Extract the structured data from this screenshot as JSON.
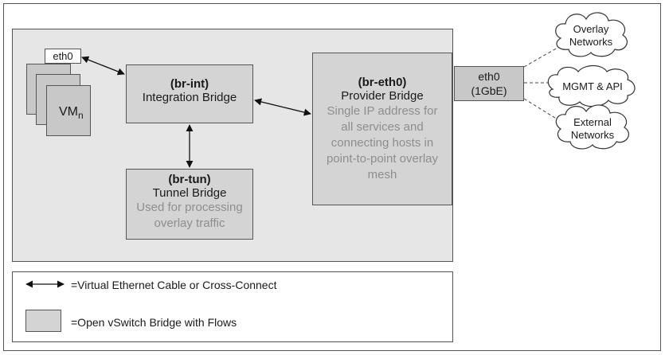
{
  "vm": {
    "eth_label": "eth0",
    "name": "VM",
    "subscript": "n"
  },
  "br_int": {
    "name": "(br-int)",
    "title": "Integration Bridge"
  },
  "br_tun": {
    "name": "(br-tun)",
    "title": "Tunnel Bridge",
    "desc_line1": "Used for processing",
    "desc_line2": "overlay traffic"
  },
  "br_eth0": {
    "name": "(br-eth0)",
    "title": "Provider Bridge",
    "desc_lines": [
      "Single IP address for",
      "all services and",
      "connecting hosts in",
      "point-to-point overlay",
      "mesh"
    ]
  },
  "phys_nic": {
    "line1": "eth0",
    "line2": "(1GbE)"
  },
  "clouds": {
    "overlay": [
      "Overlay",
      "Networks"
    ],
    "mgmt": "MGMT & API",
    "external": [
      "External",
      "Networks"
    ]
  },
  "legend": {
    "cable": "=Virtual Ethernet Cable or Cross-Connect",
    "bridge": "=Open vSwitch Bridge with Flows"
  }
}
